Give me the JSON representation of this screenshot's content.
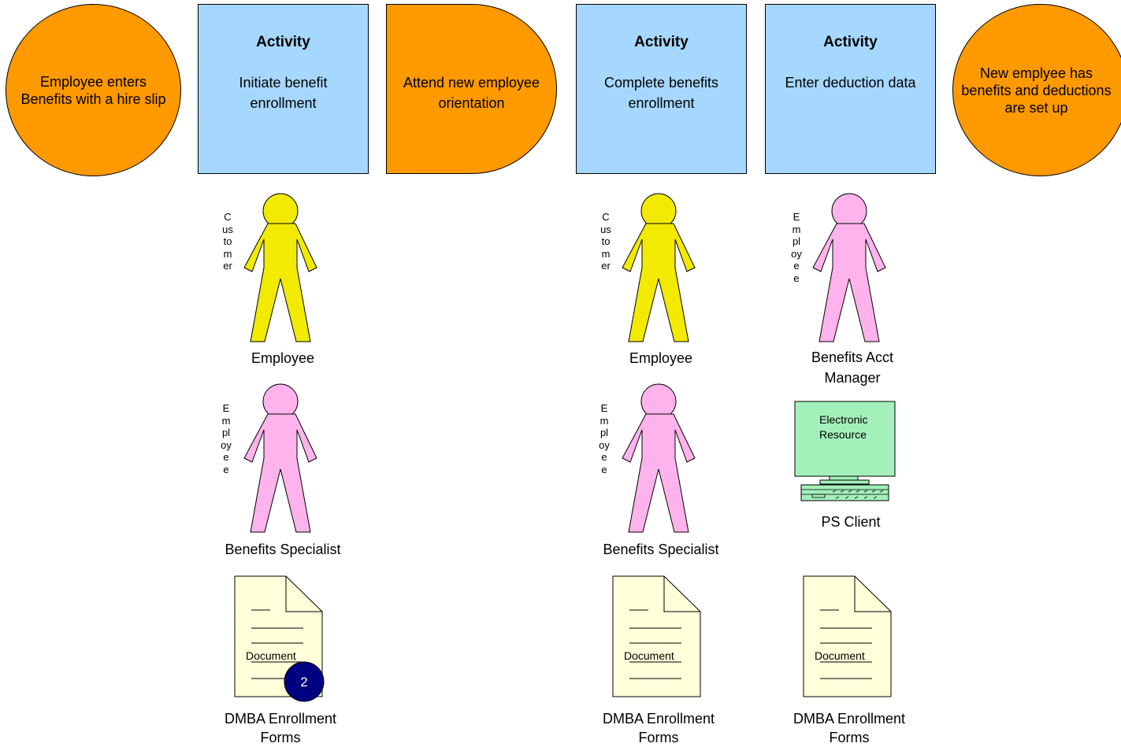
{
  "start_event": {
    "text": "Employee enters Benefits with a hire slip"
  },
  "end_event": {
    "text": "New emplyee has benefits and deductions are set up"
  },
  "activities": [
    {
      "title": "Activity",
      "text": "Initiate benefit enrollment"
    },
    {
      "title": "Activity",
      "text": "Complete benefits enrollment"
    },
    {
      "title": "Activity",
      "text": "Enter deduction data"
    }
  ],
  "delay": {
    "text": "Attend new employee orientation"
  },
  "resources": {
    "col1_customer": {
      "role": "Customer",
      "name": "Employee"
    },
    "col1_employee": {
      "role": "Employee",
      "name": "Benefits Specialist"
    },
    "col1_document": {
      "doc_label": "Document",
      "name": "DMBA Enrollment Forms",
      "badge": "2"
    },
    "col2_customer": {
      "role": "Customer",
      "name": "Employee"
    },
    "col2_employee": {
      "role": "Employee",
      "name": "Benefits Specialist"
    },
    "col2_document": {
      "doc_label": "Document",
      "name": "DMBA Enrollment Forms"
    },
    "col3_employee": {
      "role": "Employee",
      "name": "Benefits Acct Manager"
    },
    "col3_computer": {
      "screen_label": "Electronic Resource",
      "name": "PS Client"
    },
    "col3_document": {
      "doc_label": "Document",
      "name": "DMBA Enrollment Forms"
    }
  },
  "colors": {
    "event_fill": "#ff9900",
    "activity_fill": "#a6d8ff",
    "customer_fill": "#f2ea00",
    "employee_fill": "#ffb3ec",
    "document_fill": "#ffffd9",
    "screen_fill": "#a3f0bb",
    "badge_fill": "#000080"
  }
}
